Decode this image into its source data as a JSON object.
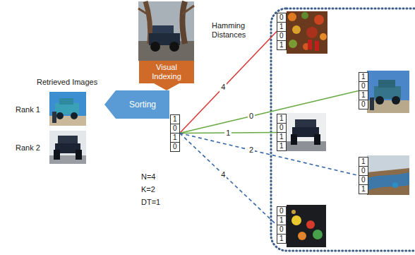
{
  "diagram": {
    "nodes": [
      {
        "text": [
          "Visual Indexing"
        ]
      },
      {
        "text": [
          "Sorting"
        ]
      },
      {
        "text": [
          "1",
          "0",
          "1",
          "0"
        ]
      },
      {
        "text": [
          "0",
          "1",
          "0",
          "1"
        ]
      },
      {
        "text": [
          "1",
          "0",
          "1",
          "0"
        ]
      },
      {
        "text": [
          "1",
          "0",
          "1",
          "1"
        ]
      },
      {
        "text": [
          "1",
          "0",
          "0",
          "1"
        ]
      },
      {
        "text": [
          "0",
          "1",
          "0",
          "1"
        ]
      }
    ],
    "edges": [
      {
        "from": 0,
        "to": 1,
        "arrow": "to"
      },
      {
        "from": 2,
        "to": 3,
        "label": "4",
        "arrow": "none"
      },
      {
        "from": 2,
        "to": 4,
        "label": "0",
        "arrow": "none"
      },
      {
        "from": 2,
        "to": 5,
        "label": "1",
        "arrow": "none"
      },
      {
        "from": 2,
        "to": 6,
        "label": "2",
        "arrow": "none"
      },
      {
        "from": 2,
        "to": 7,
        "label": "4",
        "arrow": "none"
      }
    ],
    "labels": [
      "Hamming Distances",
      "Retrieved Images",
      "Rank 1",
      "Rank 2",
      "N=4",
      "K=2",
      "DT=1"
    ]
  }
}
